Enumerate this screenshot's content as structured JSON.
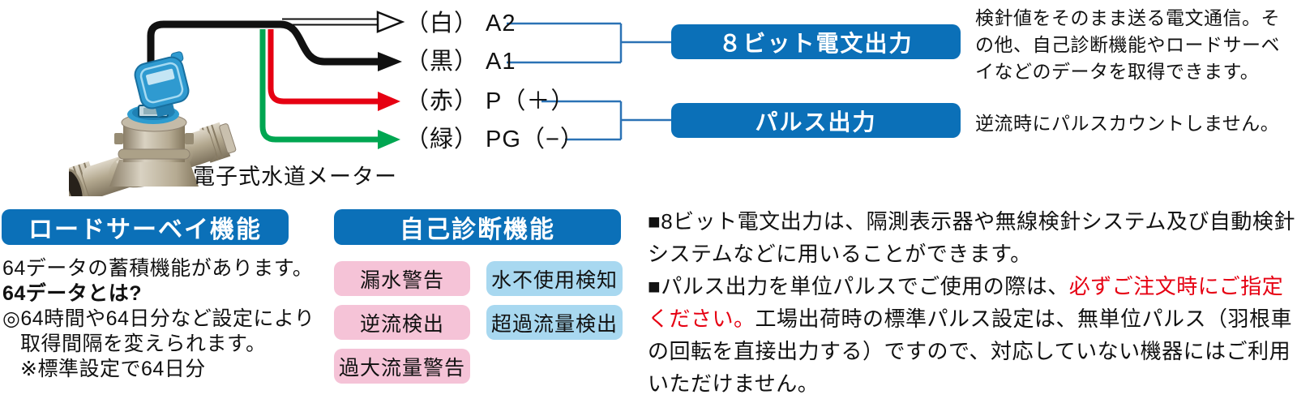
{
  "colors": {
    "brand_blue": "#0b70b8",
    "bracket_blue": "#2b72b5",
    "wire_black": "#111111",
    "wire_red": "#e60012",
    "wire_green": "#00a651",
    "chip_pink": "#f5c3d7",
    "chip_blue": "#a8d8f0",
    "warning_red": "#e60012"
  },
  "diagram": {
    "meter_caption": "電子式水道メーター",
    "wires": [
      {
        "color_name": "white",
        "label": "（白） A2"
      },
      {
        "color_name": "black",
        "label": "（黒） A1"
      },
      {
        "color_name": "red",
        "label": "（赤） P（＋）"
      },
      {
        "color_name": "green",
        "label": "（緑） PG（−）"
      }
    ],
    "outputs": [
      {
        "title": "８ビット電文出力",
        "description": "検針値をそのまま送る電文通信。その他、自己診断機能やロードサーベイなどのデータを取得できます。"
      },
      {
        "title": "パルス出力",
        "description": "逆流時にパルスカウントしません。"
      }
    ]
  },
  "load_survey": {
    "title": "ロードサーベイ機能",
    "lines": [
      {
        "text": "64データの蓄積機能があります。"
      },
      {
        "text": "64データとは?"
      },
      {
        "text": "◎64時間や64日分など設定により"
      },
      {
        "text": "取得間隔を変えられます。"
      },
      {
        "text": "※標準設定で64日分"
      }
    ]
  },
  "self_diagnosis": {
    "title": "自己診断機能",
    "chips": [
      {
        "label": "漏水警告",
        "variant": "pink"
      },
      {
        "label": "水不使用検知",
        "variant": "blue"
      },
      {
        "label": "逆流検出",
        "variant": "pink"
      },
      {
        "label": "超過流量検出",
        "variant": "blue"
      },
      {
        "label": "過大流量警告",
        "variant": "pink"
      }
    ]
  },
  "notes": {
    "p1": "■8ビット電文出力は、隔測表示器や無線検針システム及び自動検針システムなどに用いることができます。",
    "p2_before": "■パルス出力を単位パルスでご使用の際は、",
    "p2_red": "必ずご注文時にご指定ください。",
    "p2_after": "工場出荷時の標準パルス設定は、無単位パルス（羽根車の回転を直接出力する）ですので、対応していない機器にはご利用いただけません。"
  }
}
